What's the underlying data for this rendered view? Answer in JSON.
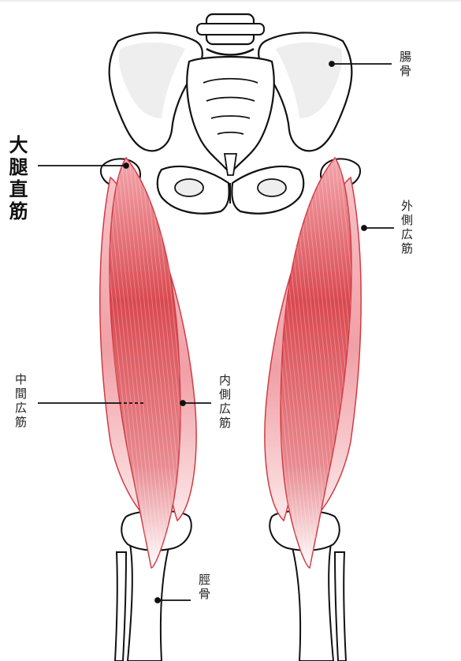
{
  "labels": {
    "ilium": "腸骨",
    "rectus_femoris": "大腿直筋",
    "vastus_lateralis": "外側広筋",
    "vastus_intermedius": "中間広筋",
    "vastus_medialis": "内側広筋",
    "tibia": "脛骨"
  },
  "colors": {
    "muscle_dark": "#d9484f",
    "muscle_light": "#f6c0c4",
    "muscle_outline": "#d23a43",
    "bone_fill": "#f2f2f2",
    "bone_outline": "#111111",
    "leader_line": "#111111"
  },
  "icons": [
    "pelvis",
    "sacrum",
    "femur",
    "patella",
    "tibia",
    "fibula"
  ]
}
